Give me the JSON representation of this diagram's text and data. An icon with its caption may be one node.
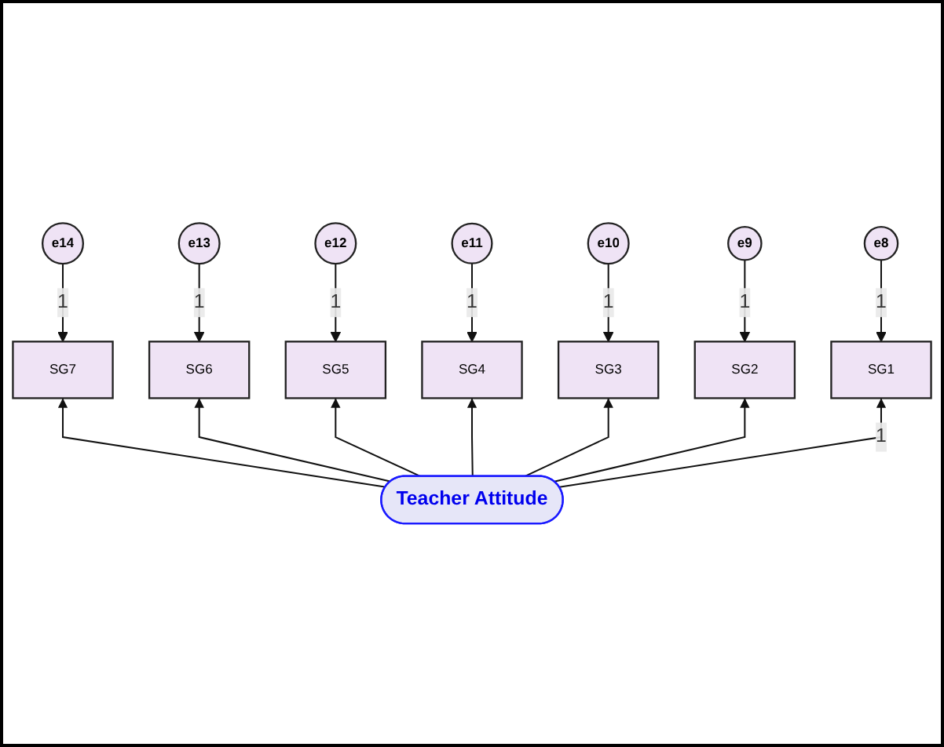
{
  "diagram": {
    "nodes": [
      {
        "text": [
          "e14"
        ]
      },
      {
        "text": [
          "e13"
        ]
      },
      {
        "text": [
          "e12"
        ]
      },
      {
        "text": [
          "e11"
        ]
      },
      {
        "text": [
          "e10"
        ]
      },
      {
        "text": [
          "e9"
        ]
      },
      {
        "text": [
          "e8"
        ]
      },
      {
        "text": [
          "SG7"
        ]
      },
      {
        "text": [
          "SG6"
        ]
      },
      {
        "text": [
          "SG5"
        ]
      },
      {
        "text": [
          "SG4"
        ]
      },
      {
        "text": [
          "SG3"
        ]
      },
      {
        "text": [
          "SG2"
        ]
      },
      {
        "text": [
          "SG1"
        ]
      },
      {
        "text": [
          "Teacher Attitude"
        ]
      }
    ],
    "edges": [
      {
        "from": 0,
        "to": 7,
        "arrow": "to",
        "label": "1"
      },
      {
        "from": 1,
        "to": 8,
        "arrow": "to",
        "label": "1"
      },
      {
        "from": 2,
        "to": 9,
        "arrow": "to",
        "label": "1"
      },
      {
        "from": 3,
        "to": 10,
        "arrow": "to",
        "label": "1"
      },
      {
        "from": 4,
        "to": 11,
        "arrow": "to",
        "label": "1"
      },
      {
        "from": 5,
        "to": 12,
        "arrow": "to",
        "label": "1"
      },
      {
        "from": 6,
        "to": 13,
        "arrow": "to",
        "label": "1"
      },
      {
        "from": 14,
        "to": 7,
        "arrow": "to"
      },
      {
        "from": 14,
        "to": 8,
        "arrow": "to"
      },
      {
        "from": 14,
        "to": 9,
        "arrow": "to"
      },
      {
        "from": 14,
        "to": 10,
        "arrow": "to"
      },
      {
        "from": 14,
        "to": 11,
        "arrow": "to"
      },
      {
        "from": 14,
        "to": 12,
        "arrow": "to"
      },
      {
        "from": 14,
        "to": 13,
        "arrow": "to",
        "label": "1"
      }
    ]
  }
}
